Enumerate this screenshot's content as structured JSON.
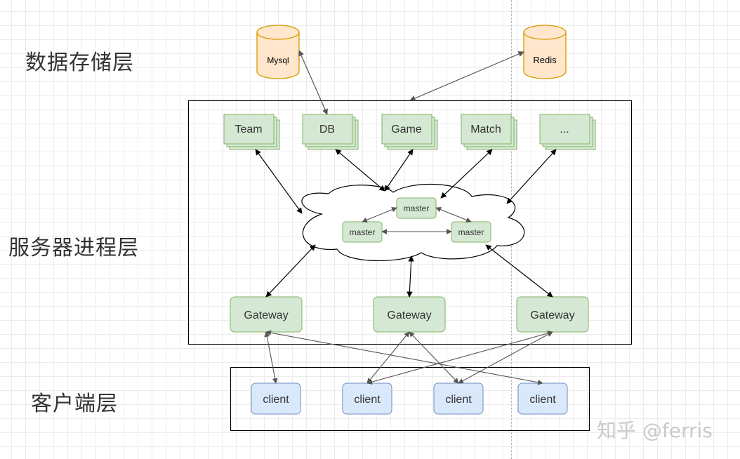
{
  "layers": {
    "storage": "数据存储层",
    "server": "服务器进程层",
    "client": "客户端层"
  },
  "databases": {
    "mysql": "Mysql",
    "redis": "Redis"
  },
  "services": [
    "Team",
    "DB",
    "Game",
    "Match",
    "..."
  ],
  "masters": [
    "master",
    "master",
    "master"
  ],
  "gateways": [
    "Gateway",
    "Gateway",
    "Gateway"
  ],
  "clients": [
    "client",
    "client",
    "client",
    "client"
  ],
  "watermark": "知乎 @ferris",
  "colors": {
    "db_fill": "#ffe6cc",
    "db_stroke": "#d79b00",
    "node_fill": "#d5e8d4",
    "node_stroke": "#82b366",
    "client_fill": "#dae8fc",
    "client_stroke": "#6c8ebf"
  }
}
